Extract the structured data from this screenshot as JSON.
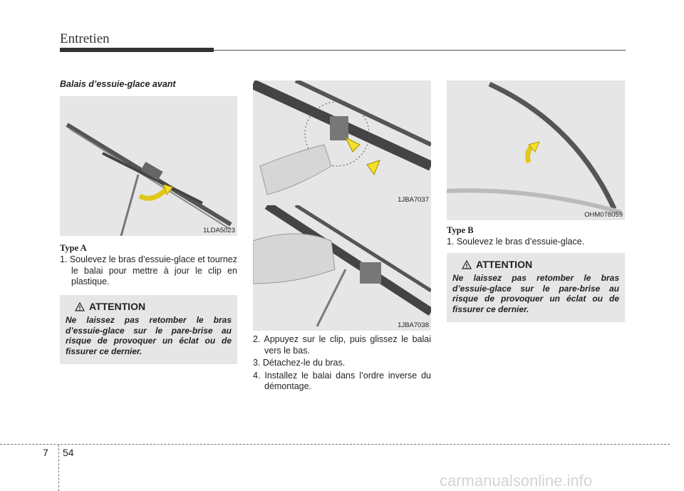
{
  "header": {
    "title": "Entretien"
  },
  "section": {
    "title": "Balais d’essuie-glace avant"
  },
  "figures": [
    {
      "code": "1LDA5023"
    },
    {
      "code": "1JBA7037"
    },
    {
      "code": "1JBA7038"
    },
    {
      "code": "OHM078059"
    }
  ],
  "type_a": {
    "label": "Type A",
    "steps": [
      "1. Soulevez le bras d’essuie-glace et tournez le balai pour mettre à jour le clip en plastique."
    ]
  },
  "middle_steps": [
    "2. Appuyez sur le clip, puis glissez le balai vers le bas.",
    "3. Détachez-le du bras.",
    "4. Installez le balai dans l’ordre inverse du démontage."
  ],
  "type_b": {
    "label": "Type B",
    "steps": [
      "1. Soulevez le bras d’essuie-glace."
    ]
  },
  "attention": {
    "title": "ATTENTION",
    "text": "Ne laissez pas retomber le bras d’essuie-glace sur le pare-brise au risque de provoquer un éclat ou de fissurer ce dernier."
  },
  "footer": {
    "chapter": "7",
    "page": "54"
  },
  "watermark": "carmanualsonline.info",
  "icons": {
    "arrow_color": "#f2e12a",
    "warning": "warning-triangle-icon"
  }
}
